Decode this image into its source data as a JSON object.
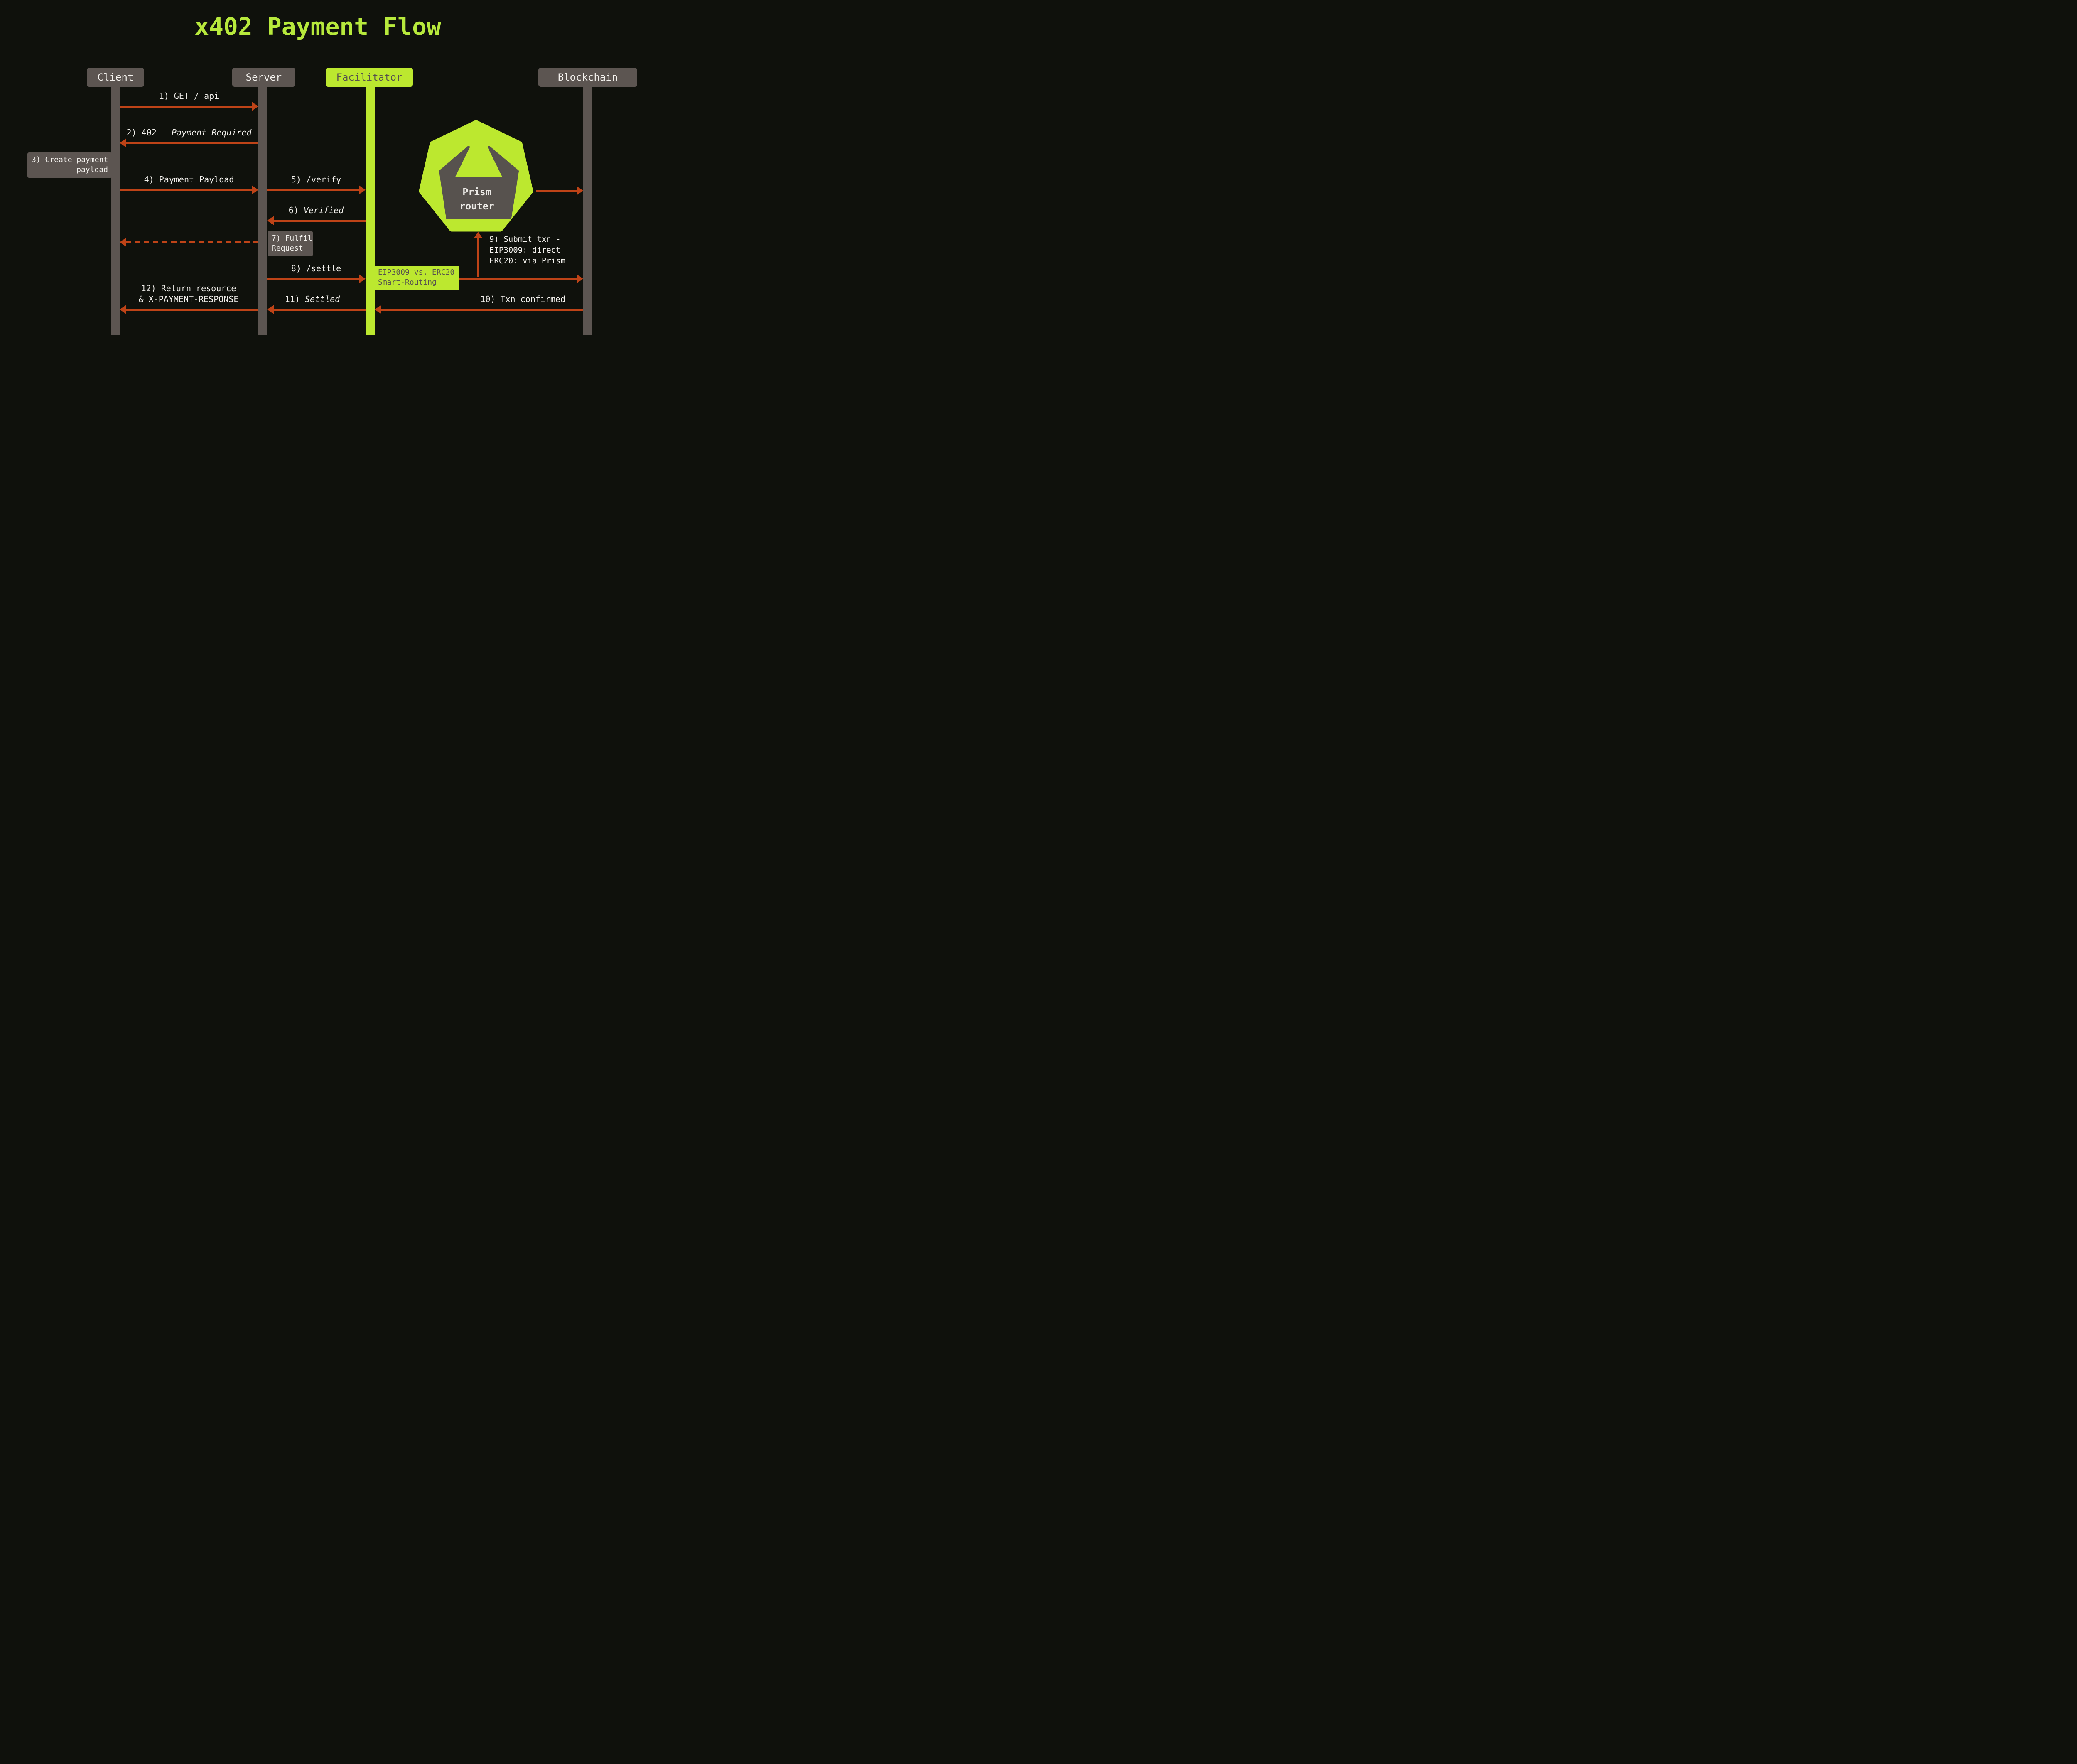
{
  "title": "x402 Payment Flow",
  "colors": {
    "background": "#0F110C",
    "panel_gray": "#5C5551",
    "accent_green": "#BCE82F",
    "title_green": "#B7E93C",
    "arrow_orange": "#BE4317",
    "text_light": "#F4F2EE",
    "text_dark": "#57524E"
  },
  "actors": {
    "client": "Client",
    "server": "Server",
    "facilitator": "Facilitator",
    "blockchain": "Blockchain"
  },
  "prism": {
    "line1": "Prism",
    "line2": "router"
  },
  "messages": {
    "m1": "1) GET / api",
    "m2_prefix": "2) 402 - ",
    "m2_italic": "Payment Required",
    "m4": "4) Payment Payload",
    "m5": "5) /verify",
    "m6_prefix": "6) ",
    "m6_italic": "Verified",
    "m8": "8) /settle",
    "m9_line1": "9) Submit txn -",
    "m9_line2": "EIP3009: direct",
    "m9_line3": "ERC20: via Prism",
    "m10": "10) Txn confirmed",
    "m11_prefix": "11) ",
    "m11_italic": "Settled",
    "m12_line1": "12) Return resource",
    "m12_line2": "& X-PAYMENT-RESPONSE"
  },
  "notes": {
    "create_payload_line1": "3) Create payment",
    "create_payload_line2": "payload",
    "fulfil_line1": "7) Fulfil",
    "fulfil_line2": "Request",
    "routing_line1": "EIP3009 vs. ERC20",
    "routing_line2": "Smart-Routing"
  }
}
